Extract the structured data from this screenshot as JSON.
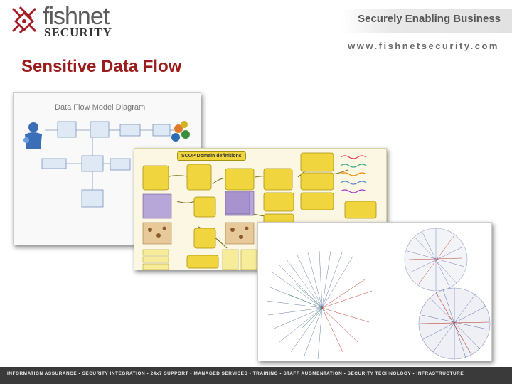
{
  "brand": {
    "name_top": "fishnet",
    "name_bottom": "SECURITY",
    "tagline": "Securely Enabling Business",
    "url": "www.fishnetsecurity.com"
  },
  "page": {
    "title": "Sensitive Data Flow"
  },
  "slides": {
    "slide1": {
      "title": "Data Flow Model Diagram"
    },
    "slide2": {
      "title": "SCOP Domain definitions"
    }
  },
  "footer": {
    "text": "INFORMATION ASSURANCE  •  SECURITY INTEGRATION  •  24x7 SUPPORT  •  MANAGED SERVICES  •  TRAINING  •  STAFF AUGMENTATION  •  SECURITY TECHNOLOGY  •  INFRASTRUCTURE"
  },
  "colors": {
    "title_red": "#9b1c1c",
    "footer_bg": "#3a3a3a",
    "diagram_yellow": "#f1d53f"
  }
}
